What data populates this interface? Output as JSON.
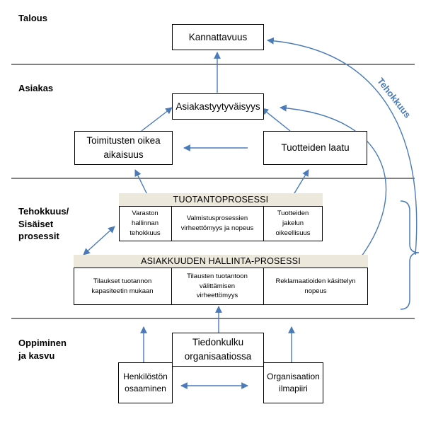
{
  "perspectives": {
    "talous": "Talous",
    "asiakas": "Asiakas",
    "prosessit": [
      "Tehokkuus/",
      "Sisäiset",
      "prosessit"
    ],
    "oppiminen": [
      "Oppiminen",
      "ja kasvu"
    ]
  },
  "boxes": {
    "kannattavuus": "Kannattavuus",
    "asiakastyytyvaisyys": "Asiakastyytyväisyys",
    "toimitusten": [
      "Toimitusten oikea",
      "aikaisuus"
    ],
    "tuotteiden_laatu": "Tuotteiden laatu",
    "tiedonkulku": [
      "Tiedonkulku",
      "organisaatiossa"
    ],
    "henkiloston": [
      "Henkilöstön",
      "osaaminen"
    ],
    "organisaation": [
      "Organisaation",
      "ilmapiiri"
    ]
  },
  "tuotantoprosessi": {
    "title": "TUOTANTOPROSESSI",
    "cells": [
      [
        "Varaston",
        "hallinnan",
        "tehokkuus"
      ],
      [
        "Valmistusprosessien",
        "virheettömyys ja nopeus"
      ],
      [
        "Tuotteiden",
        "jakelun",
        "oikeellisuus"
      ]
    ]
  },
  "asiakkuuden": {
    "title": "ASIAKKUUDEN HALLINTA-PROSESSI",
    "cells": [
      [
        "Tilaukset tuotannon",
        "kapasiteetin mukaan"
      ],
      [
        "Tilausten tuotantoon",
        "välittämisen",
        "virheettömyys"
      ],
      [
        "Reklamaatioiden käsittelyn",
        "nopeus"
      ]
    ]
  },
  "curve_label": "Tehokkuus",
  "colors": {
    "arrow": "#4a7ab8",
    "band": "#ede8dc",
    "line": "#000000"
  }
}
